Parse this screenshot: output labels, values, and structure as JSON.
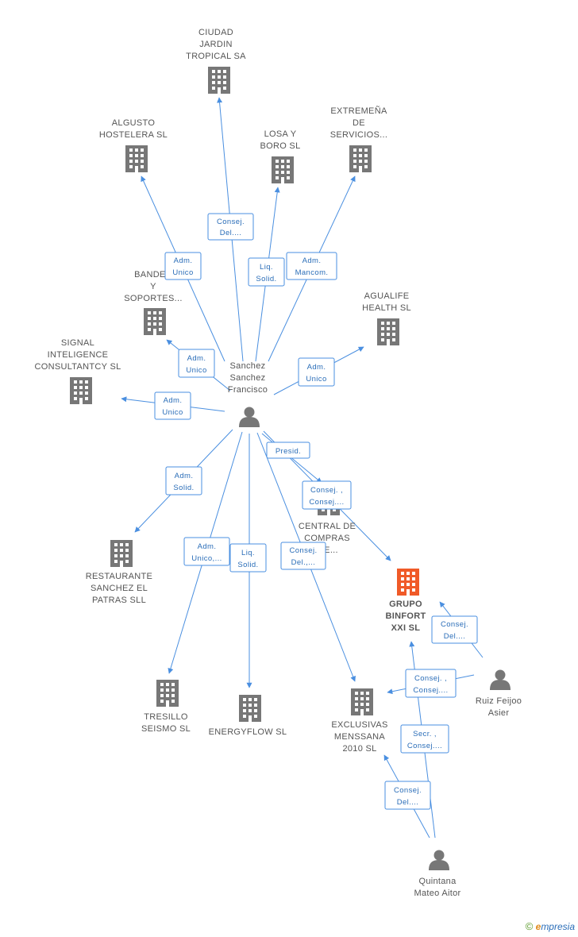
{
  "colors": {
    "edge": "#4a8fe0",
    "company_icon": "#777777",
    "focus_company_icon": "#f05a28",
    "person_icon": "#777777",
    "label_text": "#555555",
    "relation_text": "#2a6db8"
  },
  "companies": [
    {
      "id": "ciudad",
      "lines": [
        "CIUDAD",
        "JARDIN",
        "TROPICAL SA"
      ],
      "icon": "building-icon"
    },
    {
      "id": "algusto",
      "lines": [
        "ALGUSTO",
        "HOSTELERA SL"
      ],
      "icon": "building-icon"
    },
    {
      "id": "losa",
      "lines": [
        "LOSA Y",
        "BORO SL"
      ],
      "icon": "building-icon"
    },
    {
      "id": "extremena",
      "lines": [
        "EXTREMEÑA",
        "DE",
        "SERVICIOS..."
      ],
      "icon": "building-icon"
    },
    {
      "id": "bander",
      "lines": [
        "BANDER",
        "Y",
        "SOPORTES..."
      ],
      "icon": "building-icon"
    },
    {
      "id": "agualife",
      "lines": [
        "AGUALIFE",
        "HEALTH SL"
      ],
      "icon": "building-icon"
    },
    {
      "id": "signal",
      "lines": [
        "SIGNAL",
        "INTELIGENCE",
        "CONSULTANTCY SL"
      ],
      "icon": "building-icon"
    },
    {
      "id": "restaurante",
      "lines": [
        "RESTAURANTE",
        "SANCHEZ EL",
        "PATRAS SLL"
      ],
      "icon": "building-icon"
    },
    {
      "id": "central",
      "lines": [
        "CENTRAL DE",
        "COMPRAS",
        "...E..."
      ],
      "icon": "building-icon"
    },
    {
      "id": "grupo",
      "lines": [
        "GRUPO",
        "BINFORT",
        "XXI SL"
      ],
      "icon": "building-icon",
      "focus": true
    },
    {
      "id": "tresillo",
      "lines": [
        "TRESILLO",
        "SEISMO SL"
      ],
      "icon": "building-icon"
    },
    {
      "id": "energyflow",
      "lines": [
        "ENERGYFLOW SL"
      ],
      "icon": "building-icon"
    },
    {
      "id": "exclusivas",
      "lines": [
        "EXCLUSIVAS",
        "MENSSANA",
        "2010 SL"
      ],
      "icon": "building-icon"
    }
  ],
  "people": [
    {
      "id": "sanchez",
      "lines": [
        "Sanchez",
        "Sanchez",
        "Francisco"
      ],
      "icon": "person-icon"
    },
    {
      "id": "ruiz",
      "lines": [
        "Ruiz Feijoo",
        "Asier"
      ],
      "icon": "person-icon"
    },
    {
      "id": "quintana",
      "lines": [
        "Quintana",
        "Mateo Aitor"
      ],
      "icon": "person-icon"
    }
  ],
  "relations": [
    {
      "id": "r-ciudad",
      "lines": [
        "Consej.",
        "Del...."
      ]
    },
    {
      "id": "r-algusto",
      "lines": [
        "Adm.",
        "Unico"
      ]
    },
    {
      "id": "r-losa",
      "lines": [
        "Liq.",
        "Solid."
      ]
    },
    {
      "id": "r-extremena",
      "lines": [
        "Adm.",
        "Mancom."
      ]
    },
    {
      "id": "r-bander",
      "lines": [
        "Adm.",
        "Unico"
      ]
    },
    {
      "id": "r-agualife",
      "lines": [
        "Adm.",
        "Unico"
      ]
    },
    {
      "id": "r-signal",
      "lines": [
        "Adm.",
        "Unico"
      ]
    },
    {
      "id": "r-restaurante",
      "lines": [
        "Adm.",
        "Solid."
      ]
    },
    {
      "id": "r-central-presid",
      "lines": [
        "Presid."
      ]
    },
    {
      "id": "r-grupo",
      "lines": [
        "Consej. ,",
        "Consej...."
      ]
    },
    {
      "id": "r-tresillo",
      "lines": [
        "Adm.",
        "Unico,..."
      ]
    },
    {
      "id": "r-energyflow",
      "lines": [
        "Liq.",
        "Solid."
      ]
    },
    {
      "id": "r-exclusivas-s",
      "lines": [
        "Consej.",
        "Del.,..."
      ]
    },
    {
      "id": "r-grupo-ruiz",
      "lines": [
        "Consej.",
        "Del...."
      ]
    },
    {
      "id": "r-exclusivas-ruiz",
      "lines": [
        "Consej. ,",
        "Consej...."
      ]
    },
    {
      "id": "r-grupo-quintana",
      "lines": [
        "Secr. ,",
        "Consej...."
      ]
    },
    {
      "id": "r-exclusivas-quintana",
      "lines": [
        "Consej.",
        "Del...."
      ]
    }
  ],
  "brand": {
    "copyright": "©",
    "initial": "e",
    "rest": "mpresia"
  }
}
